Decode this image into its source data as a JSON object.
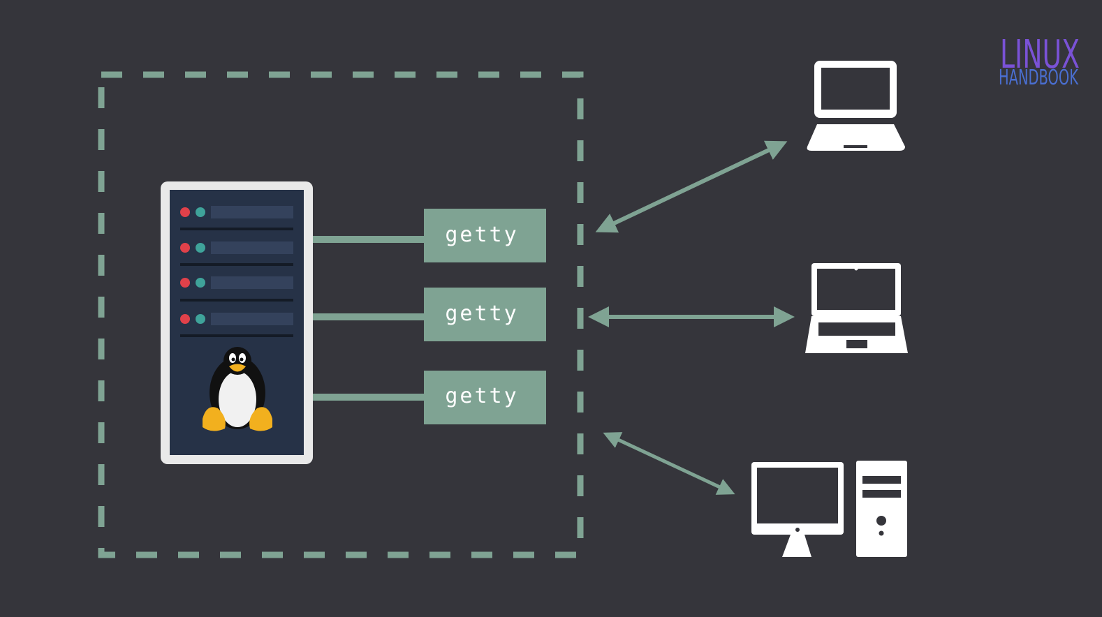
{
  "logo": {
    "line1": "LINUX",
    "line2": "HANDBOOK",
    "colors": {
      "line1": "#7a52d6",
      "line2": "#4a6fd1"
    }
  },
  "terminals": [
    {
      "label": "getty"
    },
    {
      "label": "getty"
    },
    {
      "label": "getty"
    }
  ],
  "clients": [
    {
      "icon": "laptop-icon"
    },
    {
      "icon": "laptop-icon"
    },
    {
      "icon": "desktop-computer-icon"
    }
  ],
  "server": {
    "icon": "server-rack-icon",
    "mascot": "tux-penguin-icon",
    "rack_units": 4
  },
  "colors": {
    "background": "#35353b",
    "accent": "#7fa393",
    "server_body": "#263247",
    "server_frame": "#e9e9e9",
    "led_red": "#e0414a",
    "led_teal": "#3fa39a",
    "device": "#ffffff"
  }
}
